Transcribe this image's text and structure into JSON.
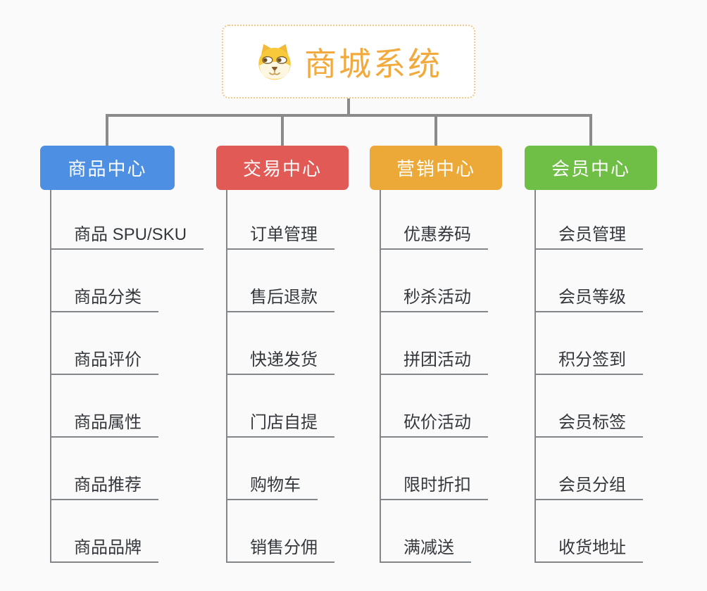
{
  "root": {
    "title": "商城系统",
    "icon": "shiba-dog-icon"
  },
  "branches": [
    {
      "label": "商品中心",
      "color": "#4d8fe2",
      "items": [
        "商品 SPU/SKU",
        "商品分类",
        "商品评价",
        "商品属性",
        "商品推荐",
        "商品品牌"
      ]
    },
    {
      "label": "交易中心",
      "color": "#e25a55",
      "items": [
        "订单管理",
        "售后退款",
        "快递发货",
        "门店自提",
        "购物车",
        "销售分佣"
      ]
    },
    {
      "label": "营销中心",
      "color": "#eca937",
      "items": [
        "优惠券码",
        "秒杀活动",
        "拼团活动",
        "砍价活动",
        "限时折扣",
        "满减送"
      ]
    },
    {
      "label": "会员中心",
      "color": "#6fbf47",
      "items": [
        "会员管理",
        "会员等级",
        "积分签到",
        "会员标签",
        "会员分组",
        "收货地址"
      ]
    }
  ],
  "colors": {
    "background": "#fafafa",
    "connector": "#8a8a8a",
    "underline": "#83878a",
    "root_border": "#f2c98a",
    "root_text": "#f2a93d",
    "leaf_text": "#34373b"
  }
}
